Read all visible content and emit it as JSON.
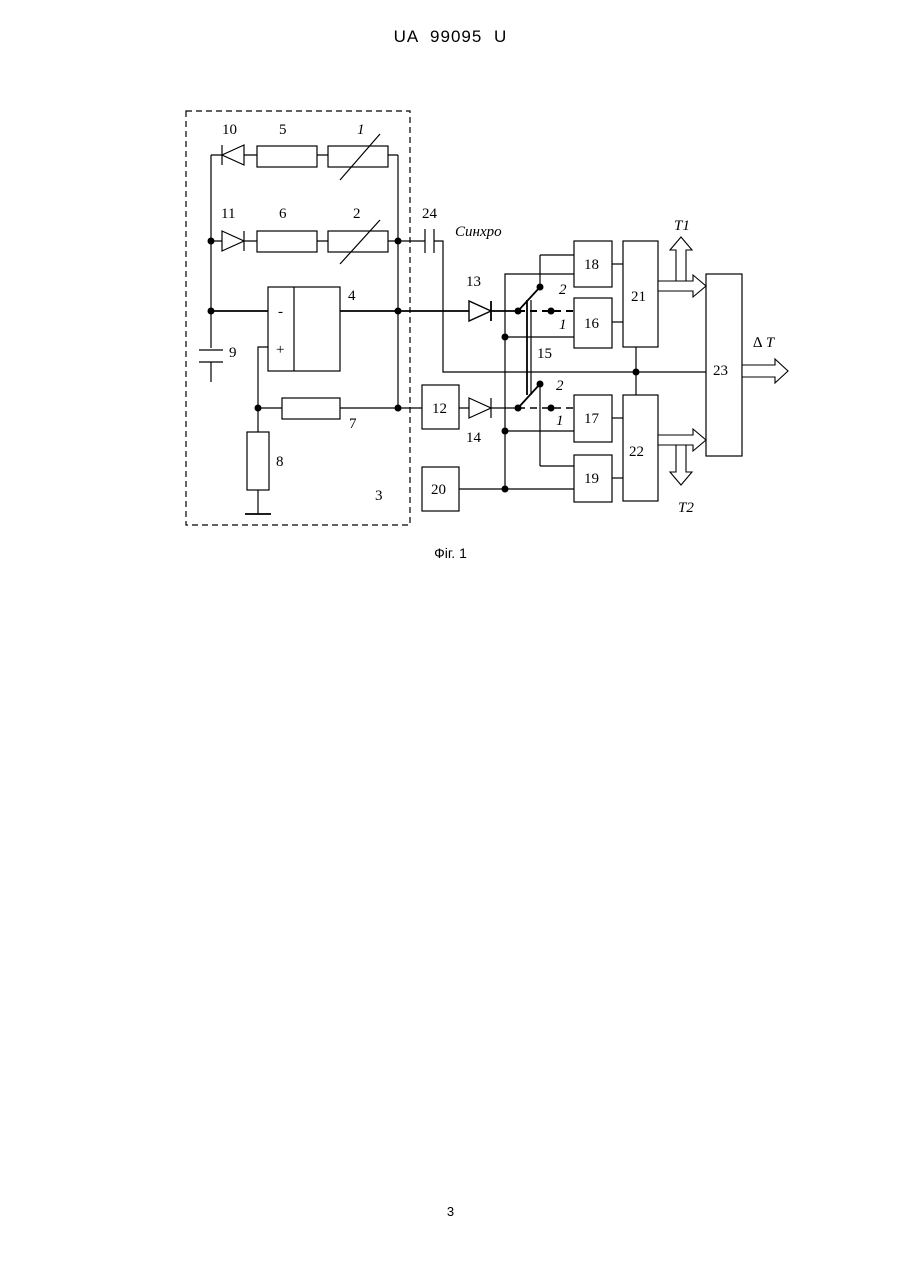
{
  "header": "UA 99095 U",
  "caption": "Фіг. 1",
  "page_number": "3",
  "labels": {
    "n1": "1",
    "n2": "2",
    "n3": "3",
    "n4": "4",
    "n5": "5",
    "n6": "6",
    "n7": "7",
    "n8": "8",
    "n9": "9",
    "n10": "10",
    "n11": "11",
    "n12": "12",
    "n13": "13",
    "n14": "14",
    "n15": "15",
    "n16": "16",
    "n17": "17",
    "n18": "18",
    "n19": "19",
    "n20": "20",
    "n21": "21",
    "n22": "22",
    "n23": "23",
    "n24": "24",
    "sync": "Синхро",
    "t1": "T1",
    "t2": "T2",
    "dt": "∆ T",
    "minus": "-",
    "plus": "+",
    "sw_top_2": "2",
    "sw_top_1": "1",
    "sw_bot_2": "2",
    "sw_bot_1": "1"
  }
}
